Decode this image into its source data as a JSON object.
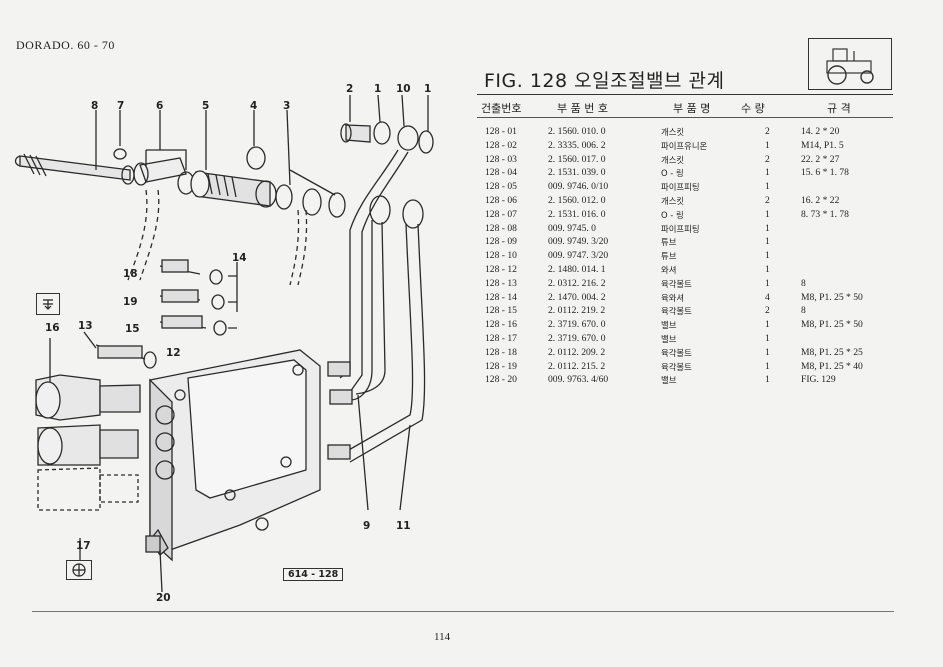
{
  "header": {
    "model": "DORADO. 60 - 70"
  },
  "figure": {
    "title": "FIG. 128 오일조절밸브 관계",
    "ref": "614 - 128"
  },
  "table": {
    "columns": [
      "건출번호",
      "부 품 번 호",
      "부 품 명",
      "수 량",
      "규 격"
    ],
    "rows": [
      {
        "code": "128 - 01",
        "part": "2. 1560. 010. 0",
        "name": "개스킷",
        "qty": "2",
        "spec": "14. 2 * 20"
      },
      {
        "code": "128 - 02",
        "part": "2. 3335. 006. 2",
        "name": "파이프유니온",
        "qty": "1",
        "spec": "M14, P1. 5"
      },
      {
        "code": "128 - 03",
        "part": "2. 1560. 017. 0",
        "name": "개스킷",
        "qty": "2",
        "spec": "22. 2 * 27"
      },
      {
        "code": "128 - 04",
        "part": "2. 1531. 039. 0",
        "name": "O - 링",
        "qty": "1",
        "spec": "15. 6 * 1. 78"
      },
      {
        "code": "128 - 05",
        "part": "009. 9746. 0/10",
        "name": "파이프피팅",
        "qty": "1",
        "spec": ""
      },
      {
        "code": "128 - 06",
        "part": "2. 1560. 012. 0",
        "name": "개스킷",
        "qty": "2",
        "spec": "16. 2 * 22"
      },
      {
        "code": "128 - 07",
        "part": "2. 1531. 016. 0",
        "name": "O - 링",
        "qty": "1",
        "spec": "8. 73 * 1. 78"
      },
      {
        "code": "128 - 08",
        "part": "009. 9745. 0",
        "name": "파이프피팅",
        "qty": "1",
        "spec": ""
      },
      {
        "code": "128 - 09",
        "part": "009. 9749. 3/20",
        "name": "튜브",
        "qty": "1",
        "spec": ""
      },
      {
        "code": "128 - 10",
        "part": "009. 9747. 3/20",
        "name": "튜브",
        "qty": "1",
        "spec": ""
      },
      {
        "code": "128 - 12",
        "part": "2. 1480. 014. 1",
        "name": "와셔",
        "qty": "1",
        "spec": ""
      },
      {
        "code": "128 - 13",
        "part": "2. 0312. 216. 2",
        "name": "육각볼트",
        "qty": "1",
        "spec": "8"
      },
      {
        "code": "128 - 14",
        "part": "2. 1470. 004. 2",
        "name": "육와셔",
        "qty": "4",
        "spec": "M8, P1. 25 * 50"
      },
      {
        "code": "128 - 15",
        "part": "2. 0112. 219. 2",
        "name": "육각볼트",
        "qty": "2",
        "spec": "8"
      },
      {
        "code": "128 - 16",
        "part": "2. 3719. 670. 0",
        "name": "밸브",
        "qty": "1",
        "spec": "M8, P1. 25 * 50"
      },
      {
        "code": "128 - 17",
        "part": "2. 3719. 670. 0",
        "name": "밸브",
        "qty": "1",
        "spec": ""
      },
      {
        "code": "128 - 18",
        "part": "2. 0112. 209. 2",
        "name": "육각볼트",
        "qty": "1",
        "spec": "M8, P1. 25 * 25"
      },
      {
        "code": "128 - 19",
        "part": "2. 0112. 215. 2",
        "name": "육각볼트",
        "qty": "1",
        "spec": "M8, P1. 25 * 40"
      },
      {
        "code": "128 - 20",
        "part": "009. 9763. 4/60",
        "name": "밸브",
        "qty": "1",
        "spec": "FIG. 129"
      }
    ]
  },
  "callouts": [
    "8",
    "7",
    "6",
    "5",
    "4",
    "3",
    "2",
    "1",
    "10",
    "1",
    "14",
    "18",
    "19",
    "15",
    "16",
    "13",
    "12",
    "17",
    "9",
    "11",
    "20"
  ],
  "footer": {
    "page": "114"
  },
  "icons": {
    "tractor": "tractor-icon",
    "hydraulic": "hydraulic-symbol-icon",
    "valve": "valve-symbol-icon"
  }
}
